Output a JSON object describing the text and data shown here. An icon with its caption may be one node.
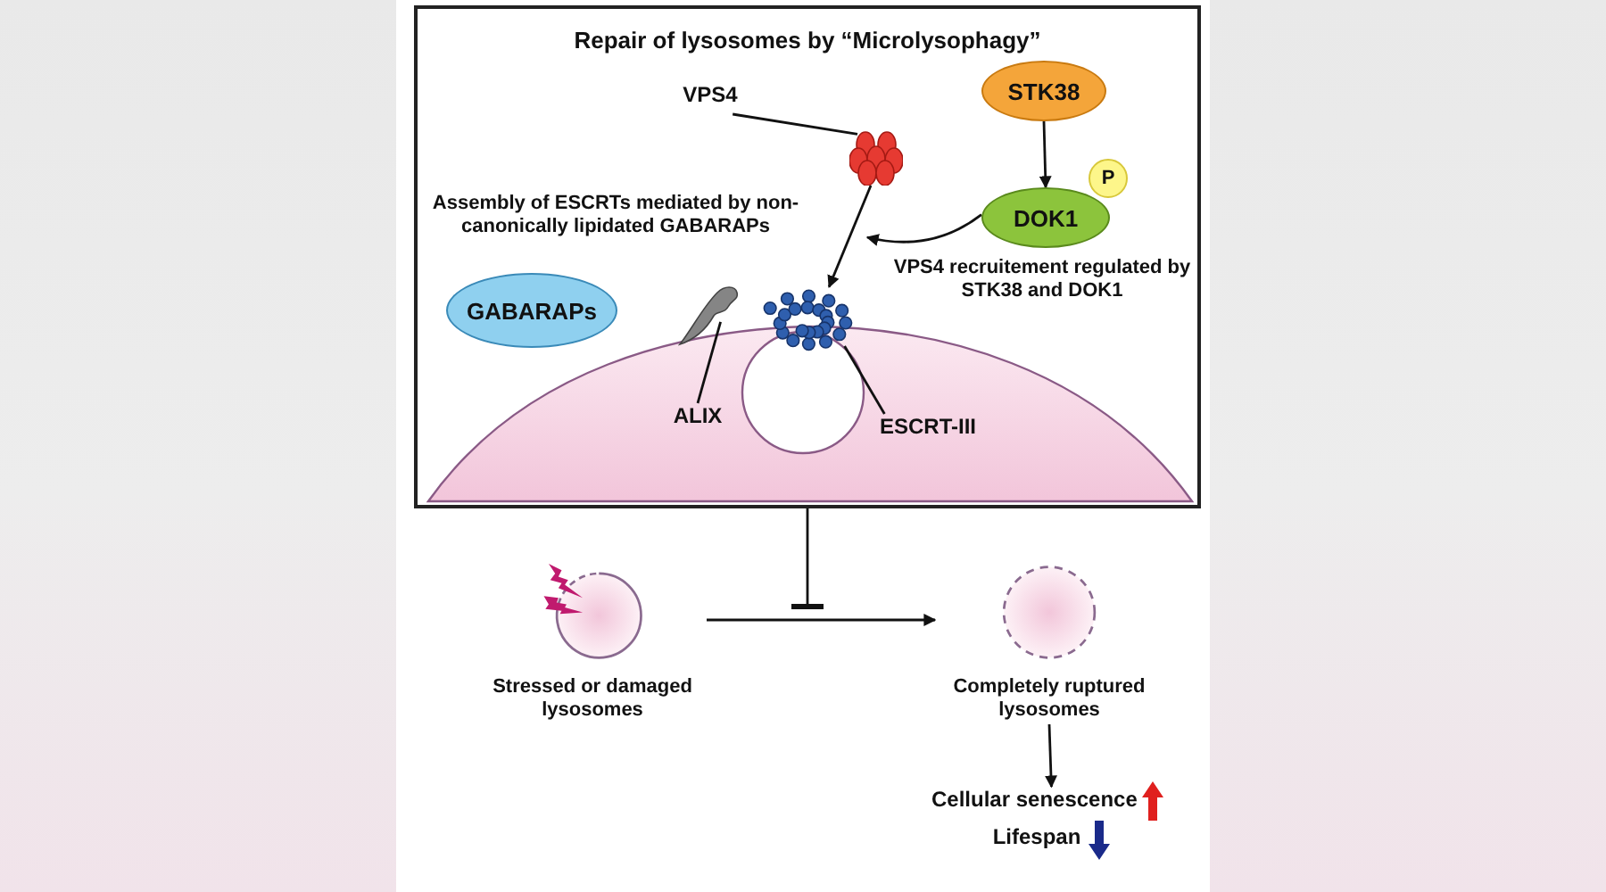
{
  "diagram": {
    "nodes": [
      {
        "text": [
          "Repair of lysosomes by “Microlysophagy”"
        ]
      },
      {
        "text": [
          "VPS4"
        ],
        "in": 0
      },
      {
        "text": [],
        "shape": "picture",
        "in": 0
      },
      {
        "text": [
          "STK38"
        ],
        "in": 0
      },
      {
        "text": [
          "DOK1"
        ],
        "in": 0
      },
      {
        "text": [
          "P"
        ],
        "in": 0
      },
      {
        "text": [
          "GABARAPs"
        ],
        "in": 0
      },
      {
        "text": [],
        "shape": "picture",
        "in": 0
      },
      {
        "text": [],
        "shape": "picture",
        "in": 0
      },
      {
        "text": [
          "ALIX"
        ],
        "in": 0
      },
      {
        "text": [
          "ESCRT-III"
        ],
        "in": 0
      },
      {
        "text": [],
        "shape": "circle",
        "beside": [
          "Stressed or damaged lysosomes"
        ]
      },
      {
        "text": [],
        "shape": "circle",
        "beside": [
          "Completely ruptured lysosomes"
        ]
      },
      {
        "text": [
          "Cellular senescence"
        ]
      }
    ],
    "edges": [
      {
        "from": 1,
        "to": 2,
        "arrow": "none"
      },
      {
        "from": 3,
        "to": 4,
        "arrow": "to"
      },
      {
        "from": 4,
        "to": null,
        "arrow": "to"
      },
      {
        "from": 2,
        "to": 8,
        "arrow": "to"
      },
      {
        "from": 9,
        "to": 7,
        "arrow": "none"
      },
      {
        "from": 10,
        "to": 8,
        "arrow": "none"
      },
      {
        "from": 11,
        "to": 12,
        "arrow": "to"
      },
      {
        "from": 0,
        "to": null,
        "arrow": "other"
      },
      {
        "from": 12,
        "to": 13,
        "arrow": "to"
      }
    ],
    "labels": [
      "Assembly of ESCRTs mediated by non-canonically lipidated GABARAPs",
      "VPS4 recruitement regulated by STK38 and DOK1",
      "Lifespan"
    ]
  }
}
